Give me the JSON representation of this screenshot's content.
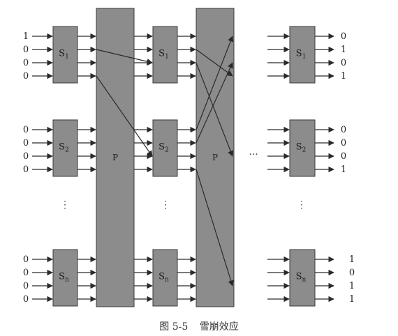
{
  "diagram": {
    "sbox_name": "S",
    "sbox_subscripts": [
      "1",
      "2",
      "n"
    ],
    "perm_label": "P",
    "vertical_ellipsis": "⋮",
    "horizontal_ellipsis": "···",
    "input_bits": [
      [
        "1",
        "0",
        "0",
        "0"
      ],
      [
        "0",
        "0",
        "0",
        "0"
      ],
      [
        "0",
        "0",
        "0",
        "0"
      ]
    ],
    "output_bits": [
      [
        "0",
        "1",
        "0",
        "1"
      ],
      [
        "0",
        "0",
        "0",
        "1"
      ],
      [
        "1",
        "0",
        "1",
        "1"
      ]
    ]
  },
  "caption": {
    "figure_number": "图 5-5",
    "title": "雪崩效应"
  },
  "colors": {
    "box_fill": "#8c8c8c",
    "line": "#2a2a2a"
  }
}
